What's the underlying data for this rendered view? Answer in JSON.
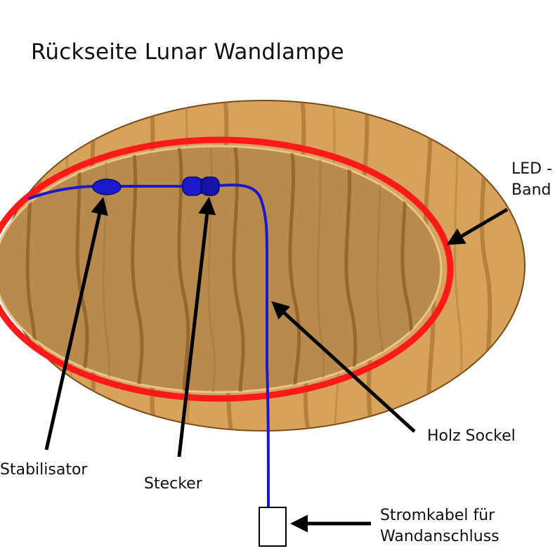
{
  "title": "Rückseite Lunar Wandlampe",
  "labels": {
    "led": [
      "LED -",
      "Band"
    ],
    "holz_sockel": "Holz Sockel",
    "stabilisator": "Stabilisator",
    "stecker": "Stecker",
    "stromkabel": [
      "Stromkabel für",
      "Wandanschluss"
    ]
  },
  "colors": {
    "wood_light": "#d7a35a",
    "wood_inner": "#b88a4c",
    "wood_grain": "#8a5a22",
    "led_strip": "#ff1a1a",
    "cable": "#1a1acc",
    "arrow": "#000000"
  }
}
